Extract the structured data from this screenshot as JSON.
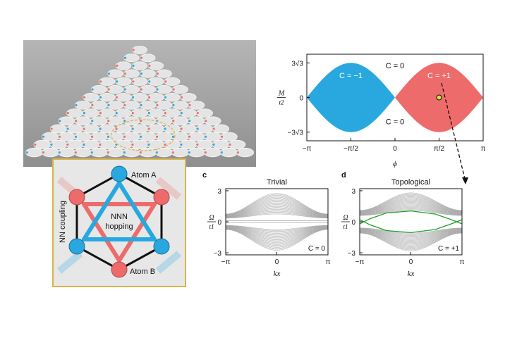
{
  "figure": {
    "panel_letters": {
      "c": "c",
      "d": "d"
    },
    "inset_labels": {
      "atom_a": "Atom A",
      "atom_b": "Atom B",
      "nn_coupling": "NN coupling",
      "nnn_line1": "NNN",
      "nnn_line2": "hopping"
    }
  },
  "colors": {
    "blue": "#29a8e0",
    "red": "#ee6b6b",
    "green": "#1e9e2a",
    "band_gray": "#a6a6a6",
    "inset_border": "#d8b44a",
    "photo_bg": "#a9a9a9"
  },
  "chart_data": [
    {
      "type": "area",
      "name": "phase-diagram",
      "xlabel": "ϕ",
      "ylabel_num": "M",
      "ylabel_den": "t2",
      "xlim": [
        -3.14159,
        3.14159
      ],
      "ylim": [
        -6.5,
        6.5
      ],
      "xticks": [
        -3.14159,
        -1.5708,
        0,
        1.5708,
        3.14159
      ],
      "xtick_labels": [
        "−π",
        "−π/2",
        "0",
        "π/2",
        "π"
      ],
      "yticks": [
        -5.196,
        0,
        5.196
      ],
      "ytick_labels": [
        "−3√3",
        "0",
        "3√3"
      ],
      "regions": [
        {
          "label": "C = −1",
          "phi_range": [
            -3.14159,
            0
          ],
          "amplitude": 5.196,
          "color": "#29a8e0"
        },
        {
          "label": "C = +1",
          "phi_range": [
            0,
            3.14159
          ],
          "amplitude": 5.196,
          "color": "#ee6b6b"
        }
      ],
      "outside_labels": [
        "C = 0",
        "C = 0"
      ],
      "marked_point": {
        "x": 1.5708,
        "y": 0
      }
    },
    {
      "type": "line",
      "name": "trivial-bands",
      "title": "Trivial",
      "xlabel": "kx",
      "ylabel_num": "Ω",
      "ylabel_den": "t1",
      "xlim": [
        -3.14159,
        3.14159
      ],
      "ylim": [
        -3.2,
        3.2
      ],
      "xticks": [
        -3.14159,
        0,
        3.14159
      ],
      "xtick_labels": [
        "−π",
        "0",
        "π"
      ],
      "yticks": [
        -3,
        0,
        3
      ],
      "ytick_labels": [
        "−3",
        "0",
        "3"
      ],
      "chern_label": "C = 0",
      "upper_band": {
        "edge_range": [
          0.35,
          0.75
        ],
        "center_range": [
          0.75,
          2.75
        ]
      },
      "lower_band": {
        "edge_range": [
          -0.35,
          -0.75
        ],
        "center_range": [
          -0.75,
          -2.75
        ]
      }
    },
    {
      "type": "line",
      "name": "topological-bands",
      "title": "Topological",
      "xlabel": "kx",
      "ylabel_num": "Ω",
      "ylabel_den": "t1",
      "xlim": [
        -3.14159,
        3.14159
      ],
      "ylim": [
        -3.2,
        3.2
      ],
      "xticks": [
        -3.14159,
        0,
        3.14159
      ],
      "xtick_labels": [
        "−π",
        "0",
        "π"
      ],
      "yticks": [
        -3,
        0,
        3
      ],
      "ytick_labels": [
        "−3",
        "0",
        "3"
      ],
      "chern_label": "C = +1",
      "upper_band": {
        "edge_range": [
          0.6,
          1.1
        ],
        "center_range": [
          1.1,
          2.8
        ]
      },
      "lower_band": {
        "edge_range": [
          -0.6,
          -1.1
        ],
        "center_range": [
          -1.1,
          -2.8
        ]
      },
      "edge_states": [
        {
          "x": [
            -3.14159,
            -2.5,
            -1.5,
            0,
            1.5,
            2.5,
            3.14159
          ],
          "y": [
            -0.2,
            0.3,
            0.85,
            1.05,
            0.75,
            0.2,
            -0.2
          ]
        },
        {
          "x": [
            -3.14159,
            -2.5,
            -1.5,
            0,
            1.5,
            2.5,
            3.14159
          ],
          "y": [
            0.2,
            -0.3,
            -0.85,
            -1.05,
            -0.75,
            -0.2,
            0.2
          ]
        }
      ]
    }
  ]
}
